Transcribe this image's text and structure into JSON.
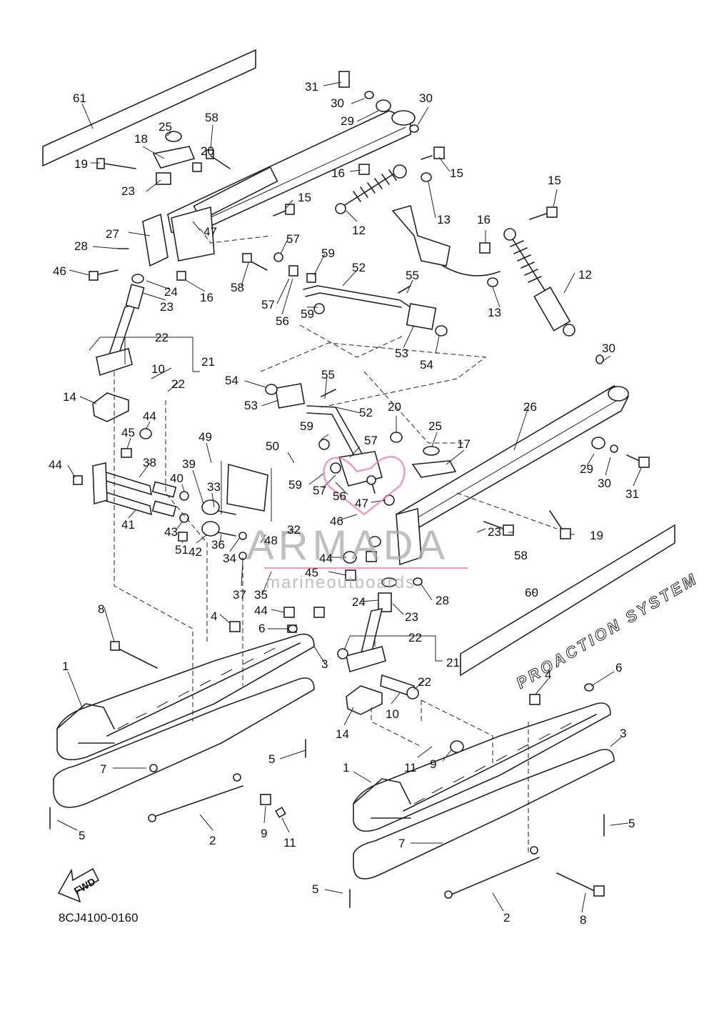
{
  "diagram": {
    "catalog_code": "8CJ4100-0160",
    "fwd_arrow_text": "FWD",
    "decal_text": "PROACTION SYSTEM",
    "watermark": {
      "brand": "ARMADA",
      "tagline": "marineoutboards",
      "accent_color": "#e67cb0"
    },
    "callouts": [
      {
        "id": "c61a",
        "text": "61"
      },
      {
        "id": "c31a",
        "text": "31"
      },
      {
        "id": "c30a",
        "text": "30"
      },
      {
        "id": "c30b",
        "text": "30"
      },
      {
        "id": "c29a",
        "text": "29"
      },
      {
        "id": "c25a",
        "text": "25"
      },
      {
        "id": "c58a",
        "text": "58"
      },
      {
        "id": "c18a",
        "text": "18"
      },
      {
        "id": "c19a",
        "text": "19"
      },
      {
        "id": "c20a",
        "text": "20"
      },
      {
        "id": "c16a",
        "text": "16"
      },
      {
        "id": "c15a",
        "text": "15"
      },
      {
        "id": "c15b",
        "text": "15"
      },
      {
        "id": "c15c",
        "text": "15"
      },
      {
        "id": "c23a",
        "text": "23"
      },
      {
        "id": "c13a",
        "text": "13"
      },
      {
        "id": "c16b",
        "text": "16"
      },
      {
        "id": "c27a",
        "text": "27"
      },
      {
        "id": "c47a",
        "text": "47"
      },
      {
        "id": "c12a",
        "text": "12"
      },
      {
        "id": "c12b",
        "text": "12"
      },
      {
        "id": "c28a",
        "text": "28"
      },
      {
        "id": "c57a",
        "text": "57"
      },
      {
        "id": "c59a",
        "text": "59"
      },
      {
        "id": "c46a",
        "text": "46"
      },
      {
        "id": "c58b",
        "text": "58"
      },
      {
        "id": "c52a",
        "text": "52"
      },
      {
        "id": "c55a",
        "text": "55"
      },
      {
        "id": "c24a",
        "text": "24"
      },
      {
        "id": "c16c",
        "text": "16"
      },
      {
        "id": "c57b",
        "text": "57"
      },
      {
        "id": "c13b",
        "text": "13"
      },
      {
        "id": "c23b",
        "text": "23"
      },
      {
        "id": "c56a",
        "text": "56"
      },
      {
        "id": "c59b",
        "text": "59"
      },
      {
        "id": "c22a",
        "text": "22"
      },
      {
        "id": "c53a",
        "text": "53"
      },
      {
        "id": "c54a",
        "text": "54"
      },
      {
        "id": "c21a",
        "text": "21"
      },
      {
        "id": "c30c",
        "text": "30"
      },
      {
        "id": "c10a",
        "text": "10"
      },
      {
        "id": "c22b",
        "text": "22"
      },
      {
        "id": "c54b",
        "text": "54"
      },
      {
        "id": "c55b",
        "text": "55"
      },
      {
        "id": "c14a",
        "text": "14"
      },
      {
        "id": "c53b",
        "text": "53"
      },
      {
        "id": "c52b",
        "text": "52"
      },
      {
        "id": "c26a",
        "text": "26"
      },
      {
        "id": "c20b",
        "text": "20"
      },
      {
        "id": "c25b",
        "text": "25"
      },
      {
        "id": "c44a",
        "text": "44"
      },
      {
        "id": "c45a",
        "text": "45"
      },
      {
        "id": "c49a",
        "text": "49"
      },
      {
        "id": "c59c",
        "text": "59"
      },
      {
        "id": "c57c",
        "text": "57"
      },
      {
        "id": "c17a",
        "text": "17"
      },
      {
        "id": "c50a",
        "text": "50"
      },
      {
        "id": "c44b",
        "text": "44"
      },
      {
        "id": "c38a",
        "text": "38"
      },
      {
        "id": "c39a",
        "text": "39"
      },
      {
        "id": "c40a",
        "text": "40"
      },
      {
        "id": "c33a",
        "text": "33"
      },
      {
        "id": "c59d",
        "text": "59"
      },
      {
        "id": "c57d",
        "text": "57"
      },
      {
        "id": "c56b",
        "text": "56"
      },
      {
        "id": "c29b",
        "text": "29"
      },
      {
        "id": "c30d",
        "text": "30"
      },
      {
        "id": "c31b",
        "text": "31"
      },
      {
        "id": "c47b",
        "text": "47"
      },
      {
        "id": "c41a",
        "text": "41"
      },
      {
        "id": "c43a",
        "text": "43"
      },
      {
        "id": "c46b",
        "text": "46"
      },
      {
        "id": "c23c",
        "text": "23"
      },
      {
        "id": "c19b",
        "text": "19"
      },
      {
        "id": "c32a",
        "text": "32"
      },
      {
        "id": "c42a",
        "text": "42"
      },
      {
        "id": "c48a",
        "text": "48"
      },
      {
        "id": "c58c",
        "text": "58"
      },
      {
        "id": "c51a",
        "text": "51"
      },
      {
        "id": "c36a",
        "text": "36"
      },
      {
        "id": "c34a",
        "text": "34"
      },
      {
        "id": "c44c",
        "text": "44"
      },
      {
        "id": "c45b",
        "text": "45"
      },
      {
        "id": "c37a",
        "text": "37"
      },
      {
        "id": "c35a",
        "text": "35"
      },
      {
        "id": "c24b",
        "text": "24"
      },
      {
        "id": "c28b",
        "text": "28"
      },
      {
        "id": "c60a",
        "text": "60"
      },
      {
        "id": "c8a",
        "text": "8"
      },
      {
        "id": "c44d",
        "text": "44"
      },
      {
        "id": "c23d",
        "text": "23"
      },
      {
        "id": "c4a",
        "text": "4"
      },
      {
        "id": "c6a",
        "text": "6"
      },
      {
        "id": "c22c",
        "text": "22"
      },
      {
        "id": "c21b",
        "text": "21"
      },
      {
        "id": "c3a",
        "text": "3"
      },
      {
        "id": "c1a",
        "text": "1"
      },
      {
        "id": "c22d",
        "text": "22"
      },
      {
        "id": "c10b",
        "text": "10"
      },
      {
        "id": "c4b",
        "text": "4"
      },
      {
        "id": "c6b",
        "text": "6"
      },
      {
        "id": "c14b",
        "text": "14"
      },
      {
        "id": "c3b",
        "text": "3"
      },
      {
        "id": "c5a",
        "text": "5"
      },
      {
        "id": "c11a",
        "text": "11"
      },
      {
        "id": "c9a",
        "text": "9"
      },
      {
        "id": "c7a",
        "text": "7"
      },
      {
        "id": "c1b",
        "text": "1"
      },
      {
        "id": "c9b",
        "text": "9"
      },
      {
        "id": "c11b",
        "text": "11"
      },
      {
        "id": "c5b",
        "text": "5"
      },
      {
        "id": "c2a",
        "text": "2"
      },
      {
        "id": "c7b",
        "text": "7"
      },
      {
        "id": "c5c",
        "text": "5"
      },
      {
        "id": "c5d",
        "text": "5"
      },
      {
        "id": "c2b",
        "text": "2"
      },
      {
        "id": "c8b",
        "text": "8"
      }
    ]
  }
}
